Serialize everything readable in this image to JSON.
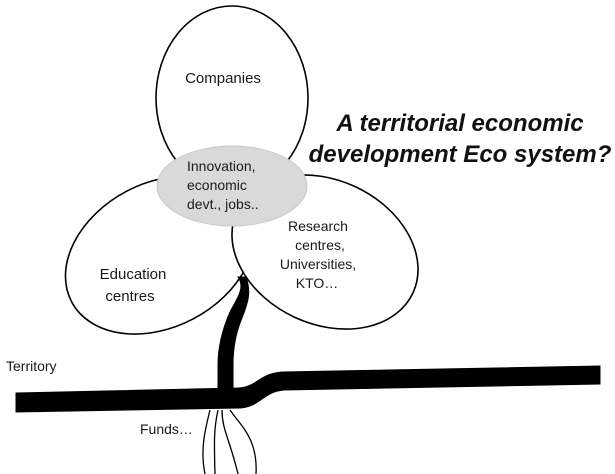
{
  "title": {
    "line1": "A territorial economic",
    "line2": "development Eco system?"
  },
  "petals": {
    "companies": "Companies",
    "education": {
      "line1": "Education",
      "line2": "centres"
    },
    "research": {
      "line1": "Research",
      "line2": "centres,",
      "line3": "Universities,",
      "line4": "KTO…"
    }
  },
  "center": {
    "line1": "Innovation,",
    "line2": "economic",
    "line3": "devt., jobs.."
  },
  "ground": {
    "territory_label": "Territory",
    "funds_label": "Funds…"
  },
  "colors": {
    "center_fill": "#d9d9d9",
    "stroke": "#000000",
    "background": "#ffffff"
  }
}
